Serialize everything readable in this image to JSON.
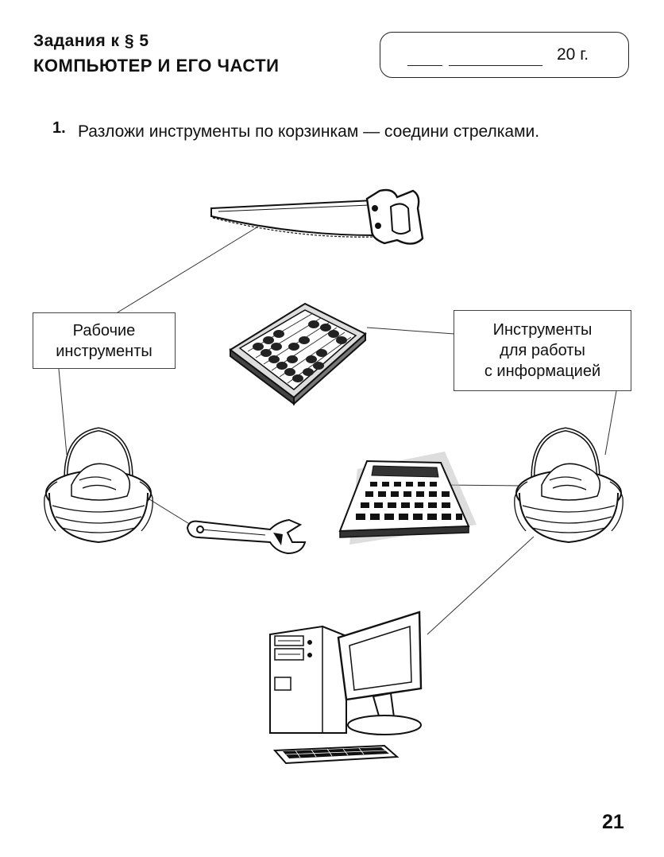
{
  "header": {
    "title": "Задания к § 5",
    "subtitle": "КОМПЬЮТЕР И ЕГО ЧАСТИ",
    "date_year": "20 г."
  },
  "task": {
    "number": "1.",
    "text": "Разложи инструменты по корзинкам — соедини стрел­ками."
  },
  "labels": {
    "working_tools": [
      "Рабочие",
      "инструменты"
    ],
    "information_tools": [
      "Инструменты",
      "для работы",
      "с информацией"
    ]
  },
  "illustrations": [
    "saw-icon",
    "abacus-icon",
    "calculator-icon",
    "wrench-icon",
    "computer-icon",
    "basket-icon",
    "basket-icon"
  ],
  "page_number": "21"
}
